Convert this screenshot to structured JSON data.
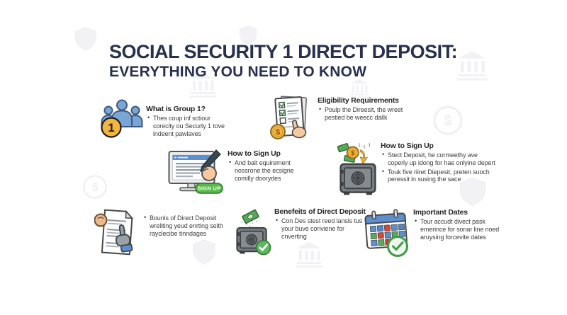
{
  "header": {
    "title": "SOCIAL SECURITY 1 DIRECT DEPOSIT:",
    "subtitle": "EVERYTHING YOU NEED TO KNOW"
  },
  "glyphs": {
    "dollar": "$"
  },
  "sections": [
    {
      "id": "what-is-group-1",
      "icon": "group-people-icon",
      "badge": "1",
      "heading": "What is Group 1?",
      "bullets": [
        "Thes coup inf sctiour corecity ou Securty 1 tove indeent pawlaves"
      ]
    },
    {
      "id": "eligibility-requirements",
      "icon": "checklist-dollar-icon",
      "heading": "Eligibility Requirements",
      "bullets": [
        "Poulp the Direesit, the wreet pestied be weecc dallk"
      ]
    },
    {
      "id": "how-to-sign-up-online",
      "icon": "computer-signup-icon",
      "button_label": "SIGN UP",
      "heading": "How to Sign Up",
      "bullets": [
        "And balt equirement nossrone the ecsigne comilly doorydes"
      ]
    },
    {
      "id": "how-to-sign-up-deposit",
      "icon": "safe-deposit-money-icon",
      "heading": "How to Sign Up",
      "bullets": [
        "Stect Deposit, he cormeethy ave coperly up idong for hae onlyine depert",
        "Touk five riiret Diepesit, preten suoch peressit in susing the sace"
      ]
    },
    {
      "id": "bounls-of-direct-deposit",
      "icon": "document-hand-icon",
      "heading": "",
      "bullets": [
        "Bounls of Direct Deposit wreliting yeud enrting selth rayclecibe tinndages"
      ]
    },
    {
      "id": "benefits-of-direct-deposit",
      "icon": "safe-money-check-icon",
      "heading": "Benefeits of Direct Deposit",
      "bullets": [
        "Con Des stest reed lansis tus your buve conviene for cnverting"
      ]
    },
    {
      "id": "important-dates",
      "icon": "calendar-check-icon",
      "heading": "Important Dates",
      "bullets": [
        "Tour accudt divect pask emerince for sonar line rioed aruysing forcevite dates"
      ]
    }
  ],
  "colors": {
    "background": "#ffffff",
    "title_navy": "#27304e",
    "heading_dark": "#262626",
    "body_text": "#3d3d3d",
    "accent_yellow": "#f5b43c",
    "accent_blue": "#7aa6d6",
    "outline_blue": "#3f5a7d",
    "screen_blue": "#5b8fd0",
    "accent_green": "#58b947",
    "green_dark": "#2e7d32",
    "bill_green": "#5aa85c",
    "safe_gray": "#777c80",
    "safe_dark": "#3a3d40",
    "skin": "#f8c9a1",
    "watermark_gray": "#f2f2f5"
  }
}
